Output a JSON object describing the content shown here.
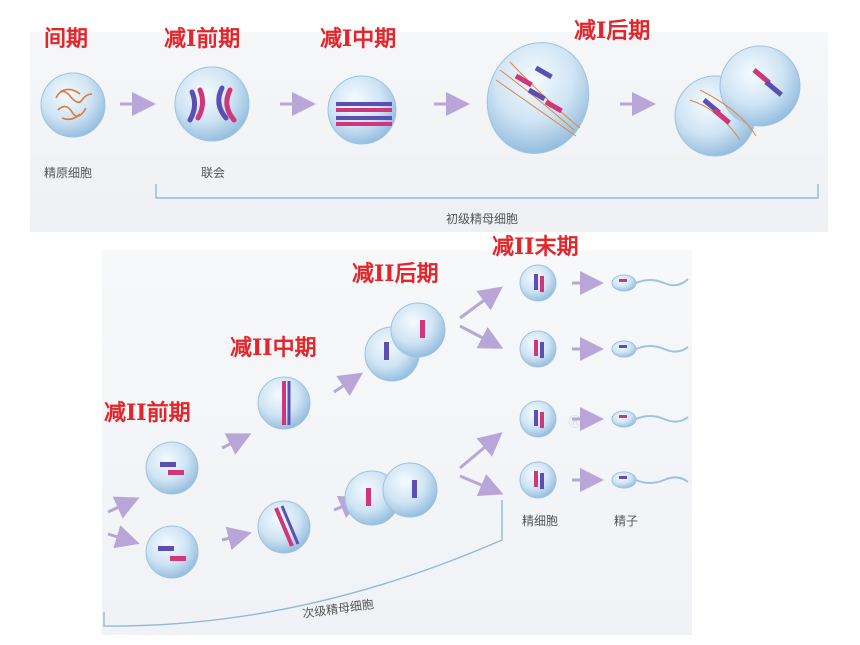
{
  "top_row": {
    "stages": [
      "间期",
      "减Ⅰ前期",
      "减Ⅰ中期",
      "减Ⅰ后期"
    ],
    "captions": {
      "spermatogonium": "精原细胞",
      "synapsis": "联会"
    },
    "bracket_label": "初级精母细胞"
  },
  "bottom_row": {
    "stages": [
      "减II前期",
      "减II中期",
      "减II后期",
      "减II末期"
    ],
    "captions": {
      "spermatid": "精细胞",
      "sperm": "精子"
    },
    "bracket_label": "次级精母细胞"
  },
  "watermark": "®",
  "colors": {
    "label": "#e3262b",
    "arrow": "#b9a6d8",
    "cell": "#bcd9ee",
    "chrom_pink": "#d1357a",
    "chrom_blue": "#5b4fb3",
    "spindle": "#e8843a"
  }
}
